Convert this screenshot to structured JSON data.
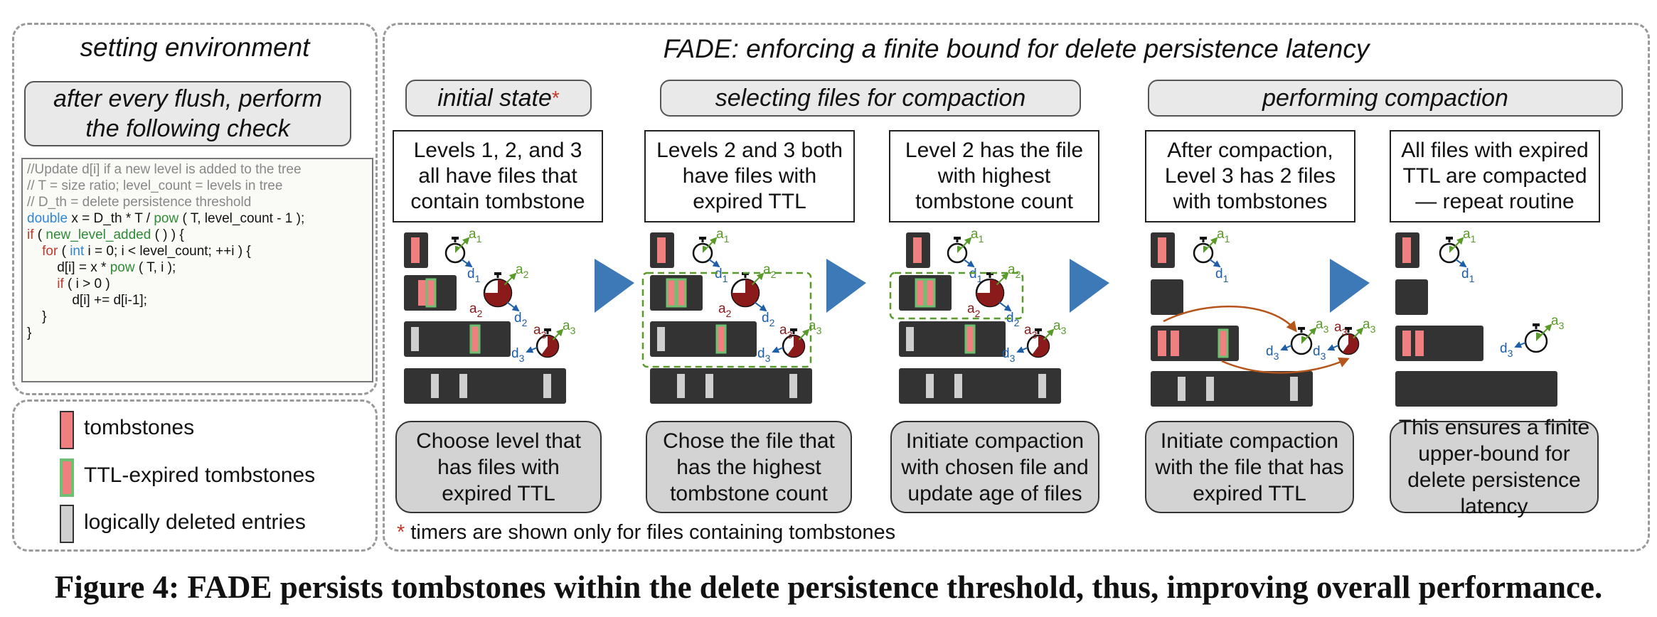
{
  "left_panel": {
    "title": "setting environment",
    "check_label": "after every flush, perform the following check",
    "code_lines": [
      "//Update d[i] if a new level is added to the tree",
      "",
      "// T = size ratio; level_count = levels in tree",
      "// D_th = delete persistence threshold",
      "double x = D_th * T / pow ( T, level_count - 1 );",
      "if ( new_level_added ( ) ) {",
      "    for ( int i = 0; i < level_count; ++i ) {",
      "        d[i] = x * pow ( T, i );",
      "        if ( i > 0 )",
      "            d[i] += d[i-1];",
      "    }",
      "}"
    ]
  },
  "legend": {
    "tombstones": "tombstones",
    "ttl_expired": "TTL-expired tombstones",
    "logically_deleted": "logically deleted entries"
  },
  "main_panel": {
    "title": "FADE: enforcing a finite bound for delete persistence latency",
    "stage_initial": "initial state",
    "stage_initial_mark": "*",
    "stage_selecting": "selecting files for compaction",
    "stage_performing": "performing compaction",
    "steps": [
      {
        "top": "Levels 1, 2, and 3 all have files that contain tombstone",
        "bottom": "Choose level that has files with expired TTL"
      },
      {
        "top": "Levels 2 and 3 both have files with expired TTL",
        "bottom": "Chose the file that has the highest tombstone count"
      },
      {
        "top": "Level 2 has the file with highest tombstone count",
        "bottom": "Initiate compaction with chosen file and update age of files"
      },
      {
        "top": "After compaction, Level 3 has 2 files with tombstones",
        "bottom": "Initiate compaction with the file that has expired TTL"
      },
      {
        "top": "All files with expired TTL are compacted — repeat routine",
        "bottom": "This ensures a finite upper-bound for delete persistence latency"
      }
    ],
    "note_mark": "*",
    "note": "timers are shown only for files containing tombstones"
  },
  "timer_labels": {
    "a1": "a1",
    "d1": "d1",
    "a2": "a2",
    "d2": "d2",
    "a3": "a3",
    "d3": "d3"
  },
  "caption": "Figure 4: FADE persists tombstones within the delete persistence threshold, thus, improving overall performance.",
  "colors": {
    "tombstone": "#f08080",
    "ttl_expired_border": "#6cc070",
    "logically_deleted": "#cfcfcf",
    "file": "#333333",
    "timer_fill": "#8b1a1a",
    "age_arrow": "#5a9a2a",
    "delete_arrow": "#1f5fa8",
    "flow_arrow": "#3d79b7",
    "compaction_arrow": "#b5551b"
  }
}
